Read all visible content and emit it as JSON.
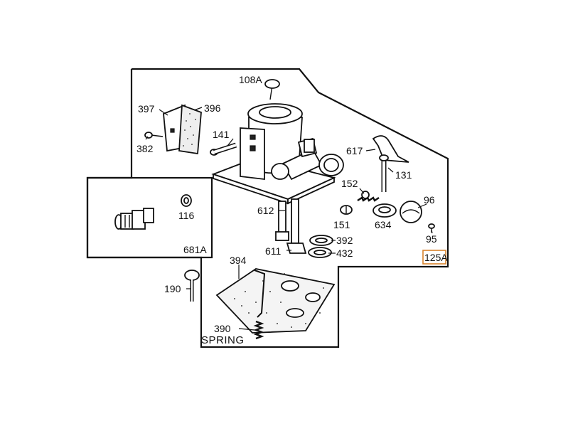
{
  "labels": {
    "p108a": "108A",
    "p397": "397",
    "p396": "396",
    "p141": "141",
    "p382": "382",
    "p617": "617",
    "p131": "131",
    "p152": "152",
    "p96": "96",
    "p116": "116",
    "p612": "612",
    "p151": "151",
    "p634": "634",
    "p95": "95",
    "p392": "392",
    "p611": "611",
    "p432": "432",
    "p681a": "681A",
    "p125a": "125A",
    "p394": "394",
    "p190": "190",
    "p390": "390",
    "spring": "SPRING"
  },
  "colors": {
    "line": "#111111",
    "highlight_box": "#d9822b"
  }
}
